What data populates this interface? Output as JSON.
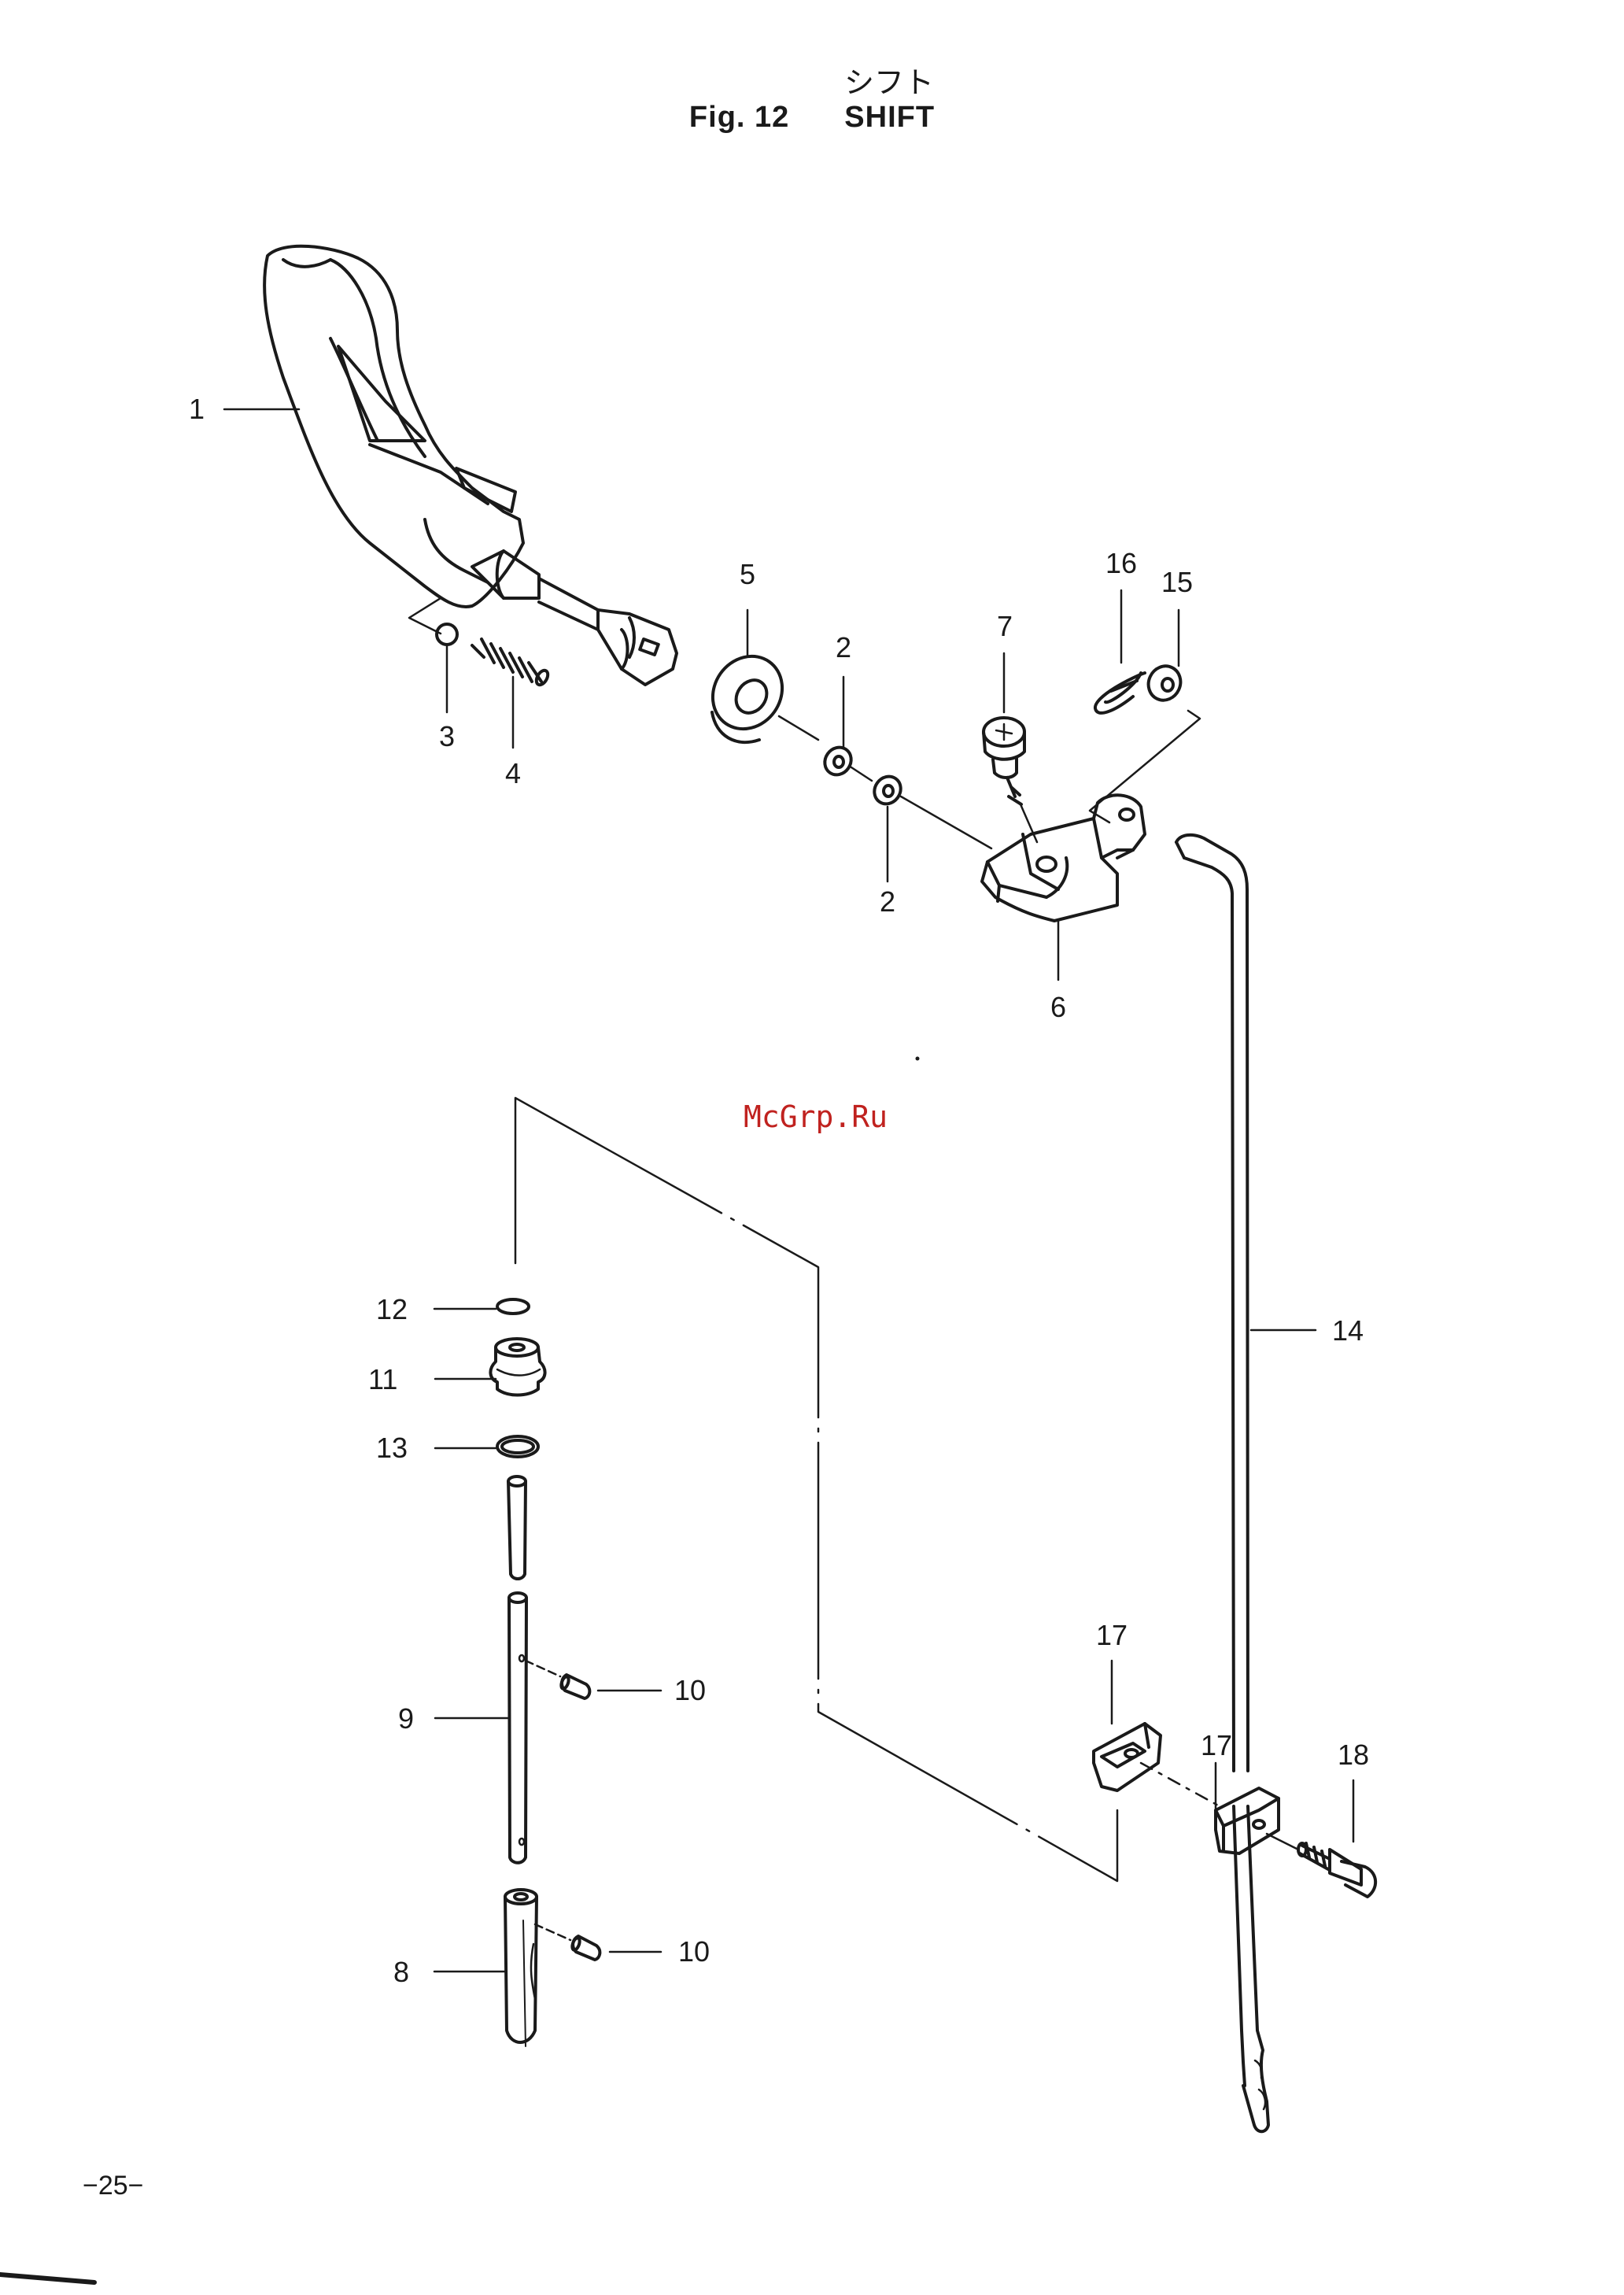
{
  "header": {
    "title_ja": "シフト",
    "figure_label": "Fig. 12",
    "title_en": "SHIFT"
  },
  "callouts": [
    {
      "id": "c1",
      "text": "1"
    },
    {
      "id": "c2a",
      "text": "2"
    },
    {
      "id": "c2b",
      "text": "2"
    },
    {
      "id": "c3",
      "text": "3"
    },
    {
      "id": "c4",
      "text": "4"
    },
    {
      "id": "c5",
      "text": "5"
    },
    {
      "id": "c6",
      "text": "6"
    },
    {
      "id": "c7",
      "text": "7"
    },
    {
      "id": "c8",
      "text": "8"
    },
    {
      "id": "c9",
      "text": "9"
    },
    {
      "id": "c10a",
      "text": "10"
    },
    {
      "id": "c10b",
      "text": "10"
    },
    {
      "id": "c11",
      "text": "11"
    },
    {
      "id": "c12",
      "text": "12"
    },
    {
      "id": "c13",
      "text": "13"
    },
    {
      "id": "c14",
      "text": "14"
    },
    {
      "id": "c15",
      "text": "15"
    },
    {
      "id": "c16",
      "text": "16"
    },
    {
      "id": "c17a",
      "text": "17"
    },
    {
      "id": "c17b",
      "text": "17"
    },
    {
      "id": "c18",
      "text": "18"
    }
  ],
  "watermark": "McGrp.Ru",
  "page_number": "−25−"
}
